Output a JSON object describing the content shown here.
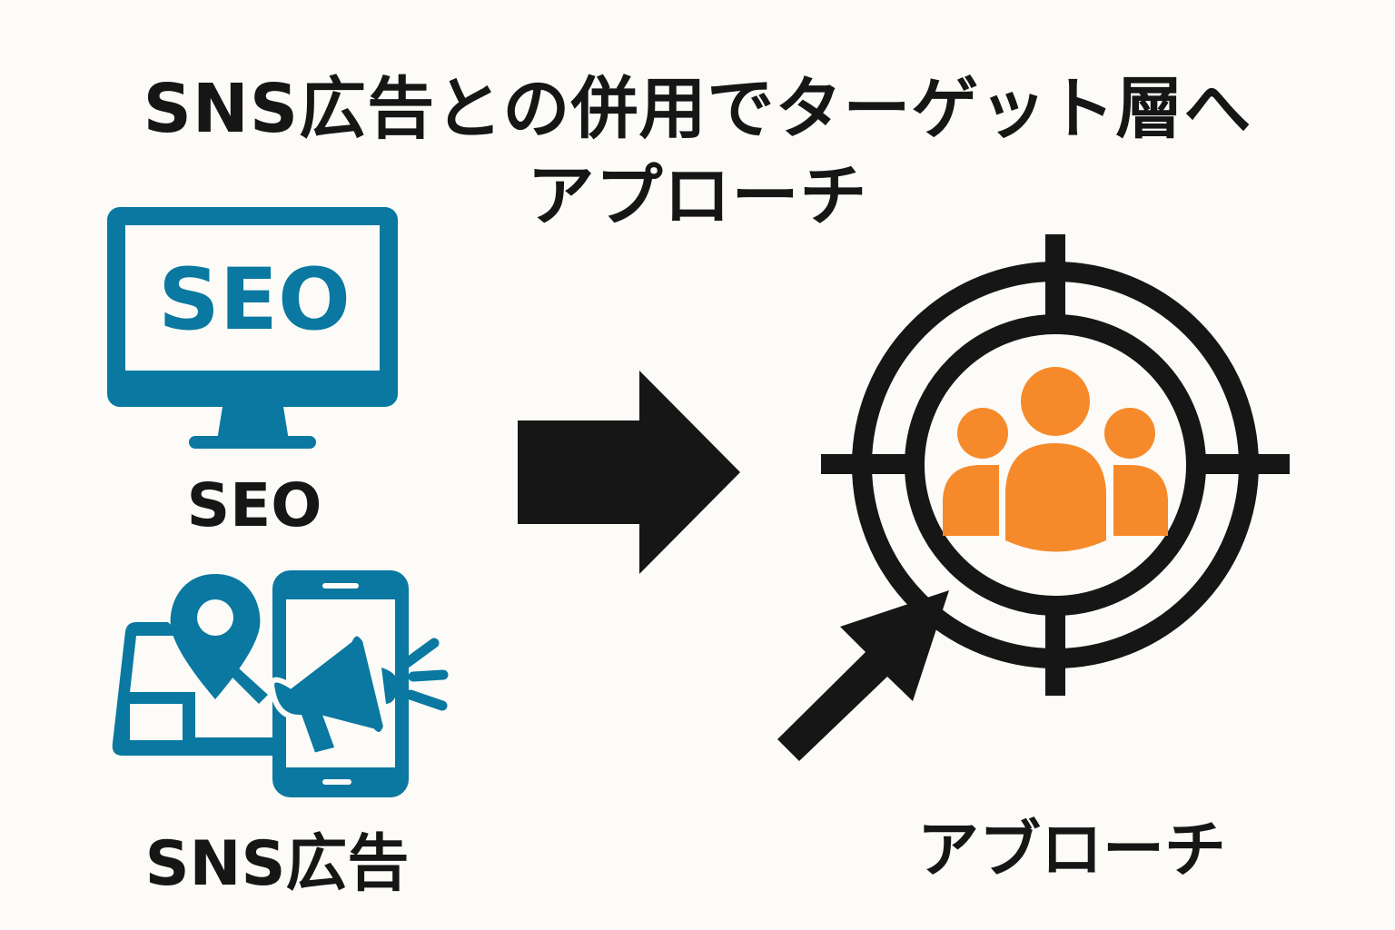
{
  "title": {
    "line1": "SNS広告との併用でターゲット層へ",
    "line2": "アプローチ"
  },
  "left": {
    "monitor_text": "SEO",
    "seo_label": "SEO",
    "sns_label": "SNS広告"
  },
  "right": {
    "approach_label": "アブローチ"
  },
  "colors": {
    "blue": "#0a78a0",
    "orange": "#f68a2a",
    "black": "#161616",
    "background": "#fcfbf7"
  },
  "icons": [
    "monitor-icon",
    "map-pin-icon",
    "smartphone-icon",
    "megaphone-icon",
    "arrow-right-icon",
    "target-crosshair-icon",
    "people-group-icon",
    "cursor-arrow-icon"
  ]
}
